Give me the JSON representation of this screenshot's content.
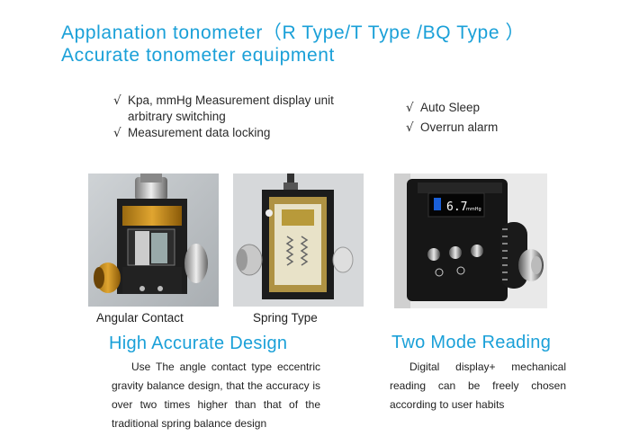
{
  "header": {
    "title_line1": "Applanation tonometer（R Type/T Type /BQ Type ）",
    "title_line2": "Accurate tonometer equipment"
  },
  "features_left": [
    {
      "check": "√",
      "line1": "Kpa, mmHg Measurement display unit",
      "line2": "arbitrary switching"
    },
    {
      "check": "√",
      "line1": "Measurement data locking"
    }
  ],
  "features_right": [
    {
      "check": "√",
      "line1": "Auto Sleep"
    },
    {
      "check": "√",
      "line1": "Overrun alarm"
    }
  ],
  "products": [
    {
      "caption": "Angular Contact"
    },
    {
      "caption": "Spring Type"
    },
    {
      "display_value": "6.7",
      "display_unit": "mmHg"
    }
  ],
  "sections": {
    "left": {
      "heading": "High Accurate Design",
      "text": "Use The angle contact type eccentric gravity balance design, that the accuracy is over two times higher than that of the traditional spring balance design"
    },
    "right": {
      "heading": "Two Mode Reading",
      "text": "Digital display+ mechanical reading can be freely chosen according to user habits"
    }
  },
  "colors": {
    "accent": "#1aa0d8",
    "text": "#222222"
  }
}
